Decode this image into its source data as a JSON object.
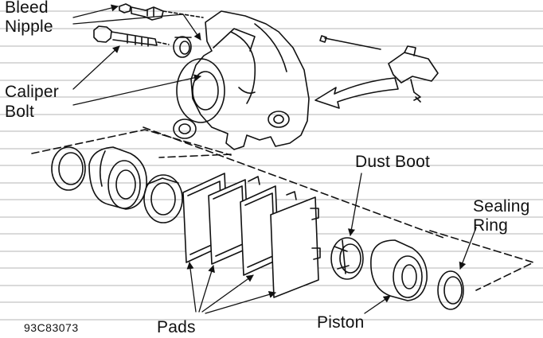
{
  "labels": {
    "bleed_nipple_line1": "Bleed",
    "bleed_nipple_line2": "Nipple",
    "caliper_bolt_line1": "Caliper",
    "caliper_bolt_line2": "Bolt",
    "dust_boot": "Dust Boot",
    "sealing_ring_line1": "Sealing",
    "sealing_ring_line2": "Ring",
    "pads": "Pads",
    "piston": "Piston"
  },
  "figure_id": "93C83073",
  "colors": {
    "ink": "#111111",
    "rule_lines": "#b4b4b4",
    "background": "#ffffff"
  }
}
